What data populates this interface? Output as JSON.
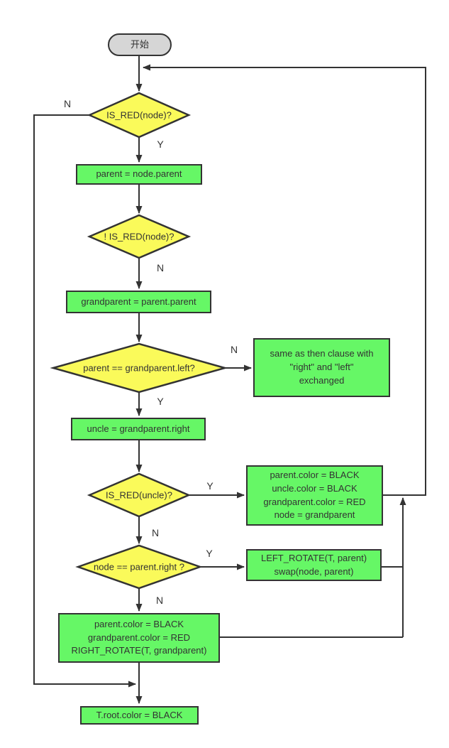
{
  "colors": {
    "diamond_fill": "#FAFA5A",
    "box_fill": "#66F766",
    "start_fill": "#D6D6D6",
    "stroke": "#333333"
  },
  "nodes": {
    "start": {
      "label": "开始"
    },
    "decision_is_red_node": {
      "label": "IS_RED(node)?"
    },
    "box_parent": {
      "label": "parent = node.parent"
    },
    "decision_not_is_red_node": {
      "label": "! IS_RED(node)?"
    },
    "box_grandparent": {
      "label": "grandparent = parent.parent"
    },
    "decision_parent_left": {
      "label": "parent == grandparent.left?"
    },
    "box_same_clause": {
      "label": "same as then clause with\n\"right\" and \"left\"\nexchanged"
    },
    "box_uncle": {
      "label": "uncle = grandparent.right"
    },
    "decision_is_red_uncle": {
      "label": "IS_RED(uncle)?"
    },
    "box_recolor": {
      "label": "parent.color = BLACK\nuncle.color = BLACK\ngrandparent.color = RED\nnode = grandparent"
    },
    "decision_node_right": {
      "label": "node == parent.right ?"
    },
    "box_left_rotate": {
      "label": "LEFT_ROTATE(T, parent)\nswap(node, parent)"
    },
    "box_right_rotate": {
      "label": "parent.color = BLACK\ngrandparent.color = RED\nRIGHT_ROTATE(T, grandparent)"
    },
    "box_root_black": {
      "label": "T.root.color = BLACK"
    }
  },
  "edge_labels": {
    "d1_n": "N",
    "d1_y": "Y",
    "d2_n": "N",
    "d3_n": "N",
    "d3_y": "Y",
    "d4_y": "Y",
    "d4_n": "N",
    "d5_y": "Y",
    "d5_n": "N"
  }
}
